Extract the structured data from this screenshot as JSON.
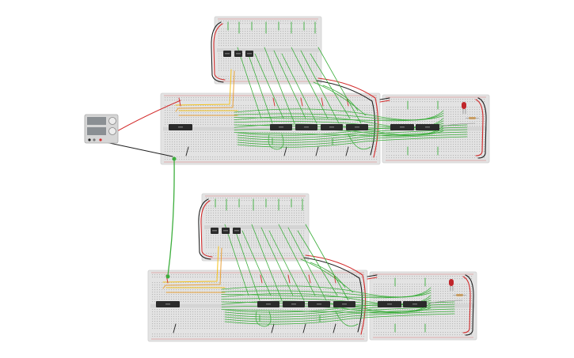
{
  "colors": {
    "board": "#e3e3e3",
    "board_edge": "#cfcfcf",
    "rail_red": "#d32b2b",
    "rail_black": "#1f1f1f",
    "wire_green": "#3cae3c",
    "wire_yellow": "#f3c21c",
    "wire_orange": "#e8a13a",
    "chip": "#2b2b2b",
    "led": "#c0262b",
    "resistor": "#d9a35a",
    "supply_body": "#d6d6d6",
    "supply_screen": "#8a8f93"
  },
  "power_supply": {
    "present": true
  },
  "circuits": [
    {
      "name": "circuit-top",
      "top_board": {
        "chip_count": 3
      },
      "main_board": {
        "chip_count": 5
      },
      "right_board": {
        "chip_count": 2,
        "led": true,
        "resistor": true
      }
    },
    {
      "name": "circuit-bottom",
      "top_board": {
        "chip_count": 3
      },
      "main_board": {
        "chip_count": 5
      },
      "right_board": {
        "chip_count": 2,
        "led": true,
        "resistor": true
      }
    }
  ]
}
